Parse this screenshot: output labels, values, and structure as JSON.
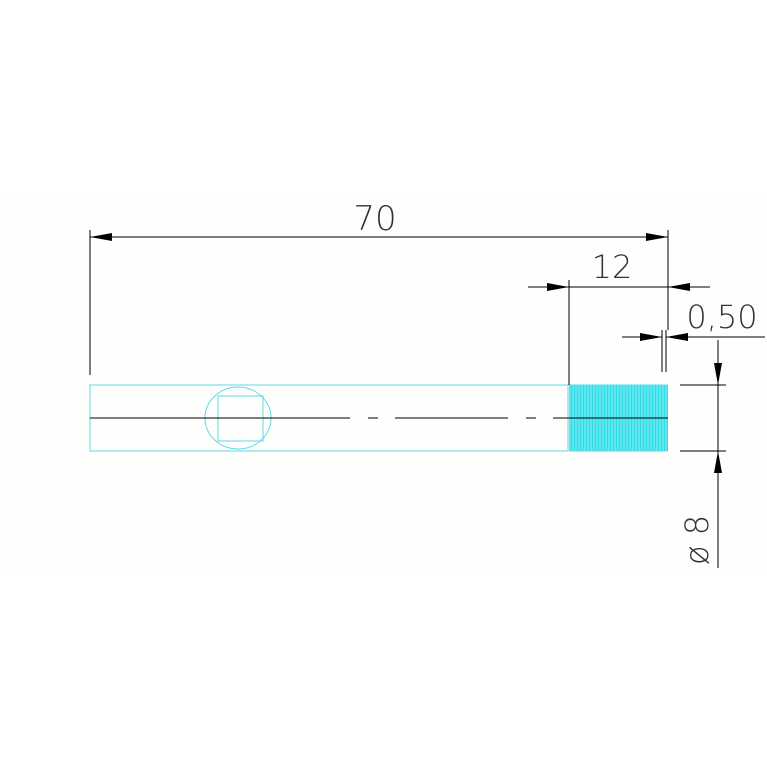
{
  "drawing": {
    "colors": {
      "background": "#ffffff",
      "sheet": "#fefffc",
      "part_outline": "#5fd9e6",
      "thread_fill": "#30dde8",
      "dimension_lines": "#000000",
      "center_line": "#000000",
      "dimension_text": "#333333"
    },
    "dimensions": {
      "overall_length": "70",
      "thread_length": "12",
      "chamfer": "0,50",
      "diameter": "ø 8"
    },
    "part": {
      "type": "threaded-pin",
      "has_cross_hole": true,
      "threaded_end": "right"
    }
  }
}
